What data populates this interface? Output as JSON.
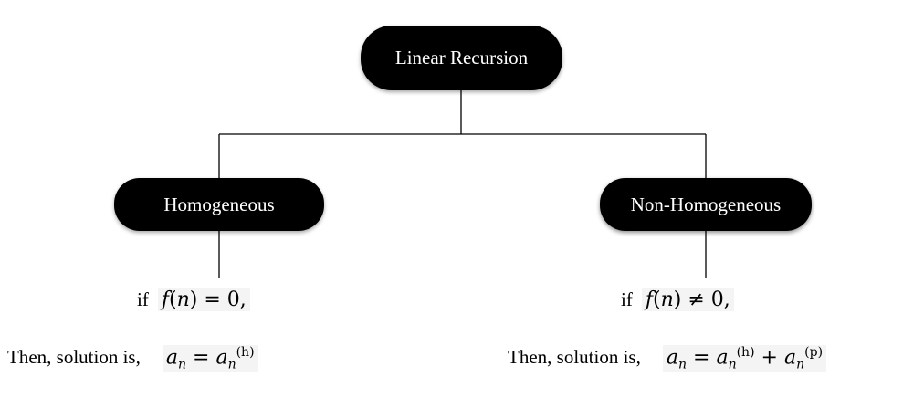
{
  "root": {
    "label": "Linear Recursion"
  },
  "branches": [
    {
      "label": "Homogeneous",
      "condition": {
        "prefix": "if",
        "fn": "f",
        "arg": "n",
        "rel": "=",
        "value": "0",
        "punct": ","
      },
      "solution": {
        "prefix": "Then, solution is,",
        "lhs_base": "a",
        "lhs_sub": "n",
        "eq": "=",
        "term1_base": "a",
        "term1_sub": "n",
        "term1_sup": "(h)"
      }
    },
    {
      "label": "Non-Homogeneous",
      "condition": {
        "prefix": "if",
        "fn": "f",
        "arg": "n",
        "rel": "≠",
        "value": "0",
        "punct": ","
      },
      "solution": {
        "prefix": "Then, solution is,",
        "lhs_base": "a",
        "lhs_sub": "n",
        "eq": "=",
        "term1_base": "a",
        "term1_sub": "n",
        "term1_sup": "(h)",
        "plus": "+",
        "term2_base": "a",
        "term2_sub": "n",
        "term2_sup": "(p)"
      }
    }
  ]
}
